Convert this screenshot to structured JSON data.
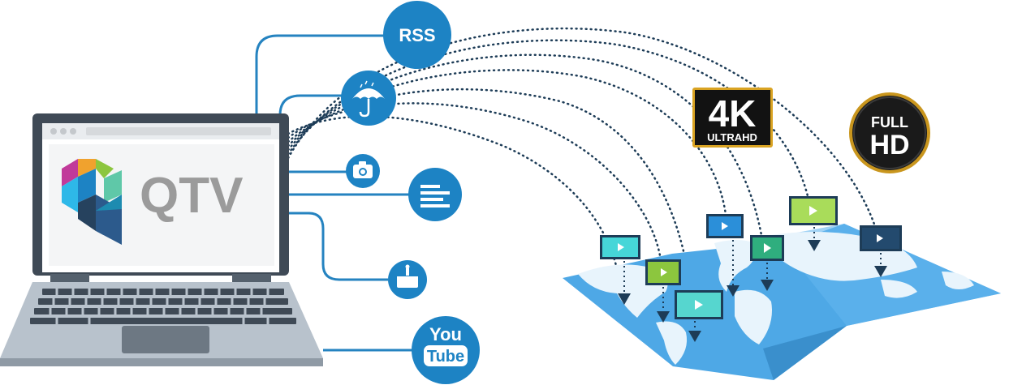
{
  "brand": {
    "logo_text": "QTV"
  },
  "feeds": {
    "rss_label": "RSS",
    "youtube_line1": "You",
    "youtube_line2": "Tube"
  },
  "badges": {
    "uhd_big": "4K",
    "uhd_small": "ULTRAHD",
    "fullhd_top": "FULL",
    "fullhd_bottom": "HD"
  },
  "colors": {
    "feed_blue": "#1d83c4",
    "line_blue": "#2583c0",
    "laptop_frame": "#3f4a56",
    "map_ocean": "#4ea8e6",
    "dotted": "#1d3c57"
  },
  "screens": [
    {
      "name": "screen-cyan-1",
      "color": "#46d6d8"
    },
    {
      "name": "screen-green-dark",
      "color": "#8cc63e"
    },
    {
      "name": "screen-teal",
      "color": "#56d6cf"
    },
    {
      "name": "screen-blue",
      "color": "#2b8fd9"
    },
    {
      "name": "screen-green",
      "color": "#2fae7e"
    },
    {
      "name": "screen-lime",
      "color": "#a9dc5a"
    },
    {
      "name": "screen-navy",
      "color": "#234a6e"
    }
  ]
}
